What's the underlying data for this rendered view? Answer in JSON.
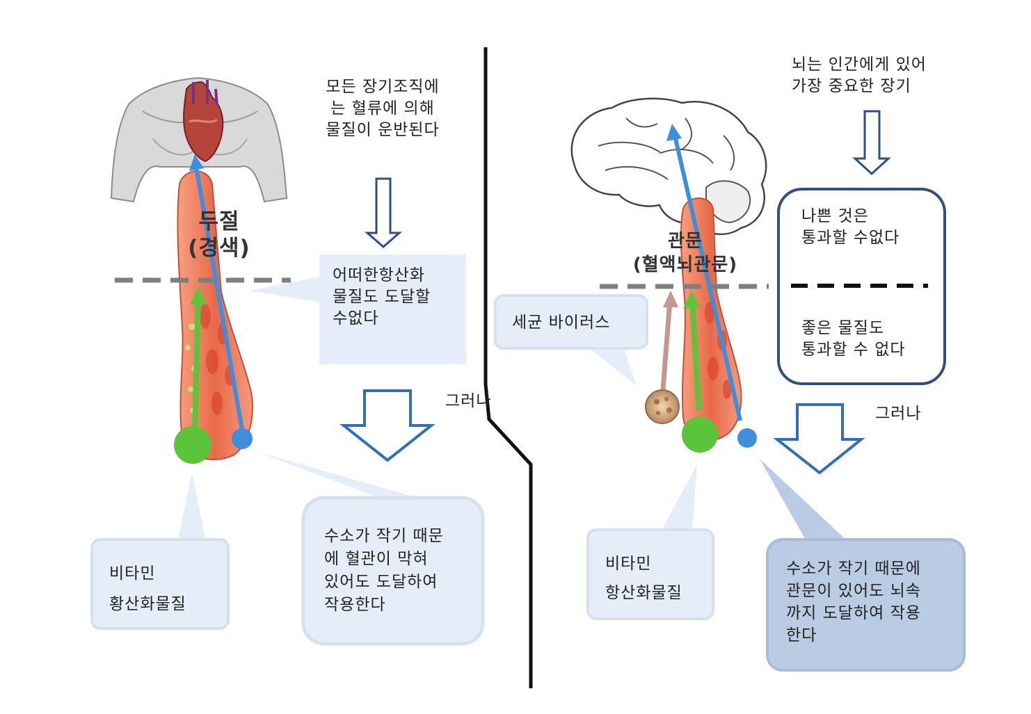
{
  "left": {
    "top_note": "모든 장기조직에\n는 혈류에 의해\n물질이 운반된다",
    "blockage_label": "두절\n(경색)",
    "no_reach_callout": "어떠한항산화\n물질도  도달할\n수없다",
    "vitamin_callout": "비타민\n황산화물질",
    "hydrogen_callout": "수소가 작기 때문\n에 혈관이 막혀\n있어도 도달하여\n작용한다"
  },
  "divider_label": "그러나",
  "right": {
    "top_note": "뇌는 인간에게 있어\n가장 중요한 장기",
    "gate_label": "관문\n(혈액뇌관문)",
    "bad_text": "나쁜 것은\n통과할 수없다",
    "good_text": "좋은 물질도\n통과할 수 없다",
    "however": "그러나",
    "pathogen_callout": "세균 바이러스",
    "vitamin_callout": "비타민\n항산화물질",
    "hydrogen_callout": "수소가 작기 때문에\n관문이 있어도 뇌속\n까지 도달하여 작용\n한다"
  },
  "colors": {
    "blood_vessel": "#e8694a",
    "hydrogen_arrow": "#3d8fdd",
    "vitamin_arrow": "#5cc43a",
    "pathogen_arrow": "#c49790",
    "outline_arrow": "#2f6fba",
    "callout_fill": "#e5eef8",
    "callout_dark": "#b9cce4",
    "box_border": "#334f80"
  }
}
